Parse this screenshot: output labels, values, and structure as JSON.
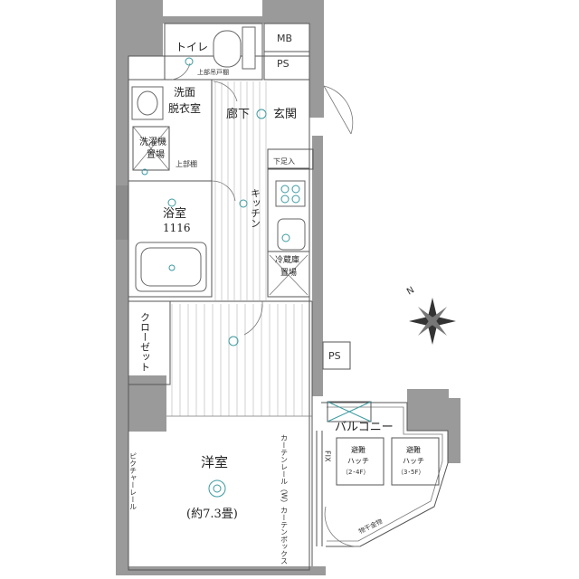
{
  "rooms": {
    "toilet": "トイレ",
    "upper_shelf": "上部吊戸棚",
    "mb": "MB",
    "ps_top": "PS",
    "washroom_line1": "洗面",
    "washroom_line2": "脱衣室",
    "hallway": "廊下",
    "entrance": "玄関",
    "washer_line1": "洗濯機",
    "washer_line2": "置場",
    "upper_shelf_small": "上部棚",
    "shoe_box": "下足入",
    "bath_line1": "浴室",
    "bath_line2": "1116",
    "kitchen": "キッチン",
    "fridge_line1": "冷蔵庫",
    "fridge_line2": "置場",
    "closet": "クローゼット",
    "ps_mid": "PS",
    "balcony": "バルコニー",
    "fix": "FIX",
    "hatch_left_1": "避難",
    "hatch_left_2": "ハッチ",
    "hatch_left_3": "（2･4F）",
    "hatch_right_1": "避難",
    "hatch_right_2": "ハッチ",
    "hatch_right_3": "（3･5F）",
    "western_room": "洋室",
    "western_size": "(約7.3畳)",
    "curtain_rail_left": "ピクチャーレール",
    "curtain_box": "カーテンレール（W）カーテンボックス",
    "drying_hardware": "物干金物"
  },
  "compass": {
    "north_label": "N"
  },
  "colors": {
    "wall": "#9a9a9a",
    "fixture_accent": "#3a9aa0",
    "background": "#ffffff"
  }
}
